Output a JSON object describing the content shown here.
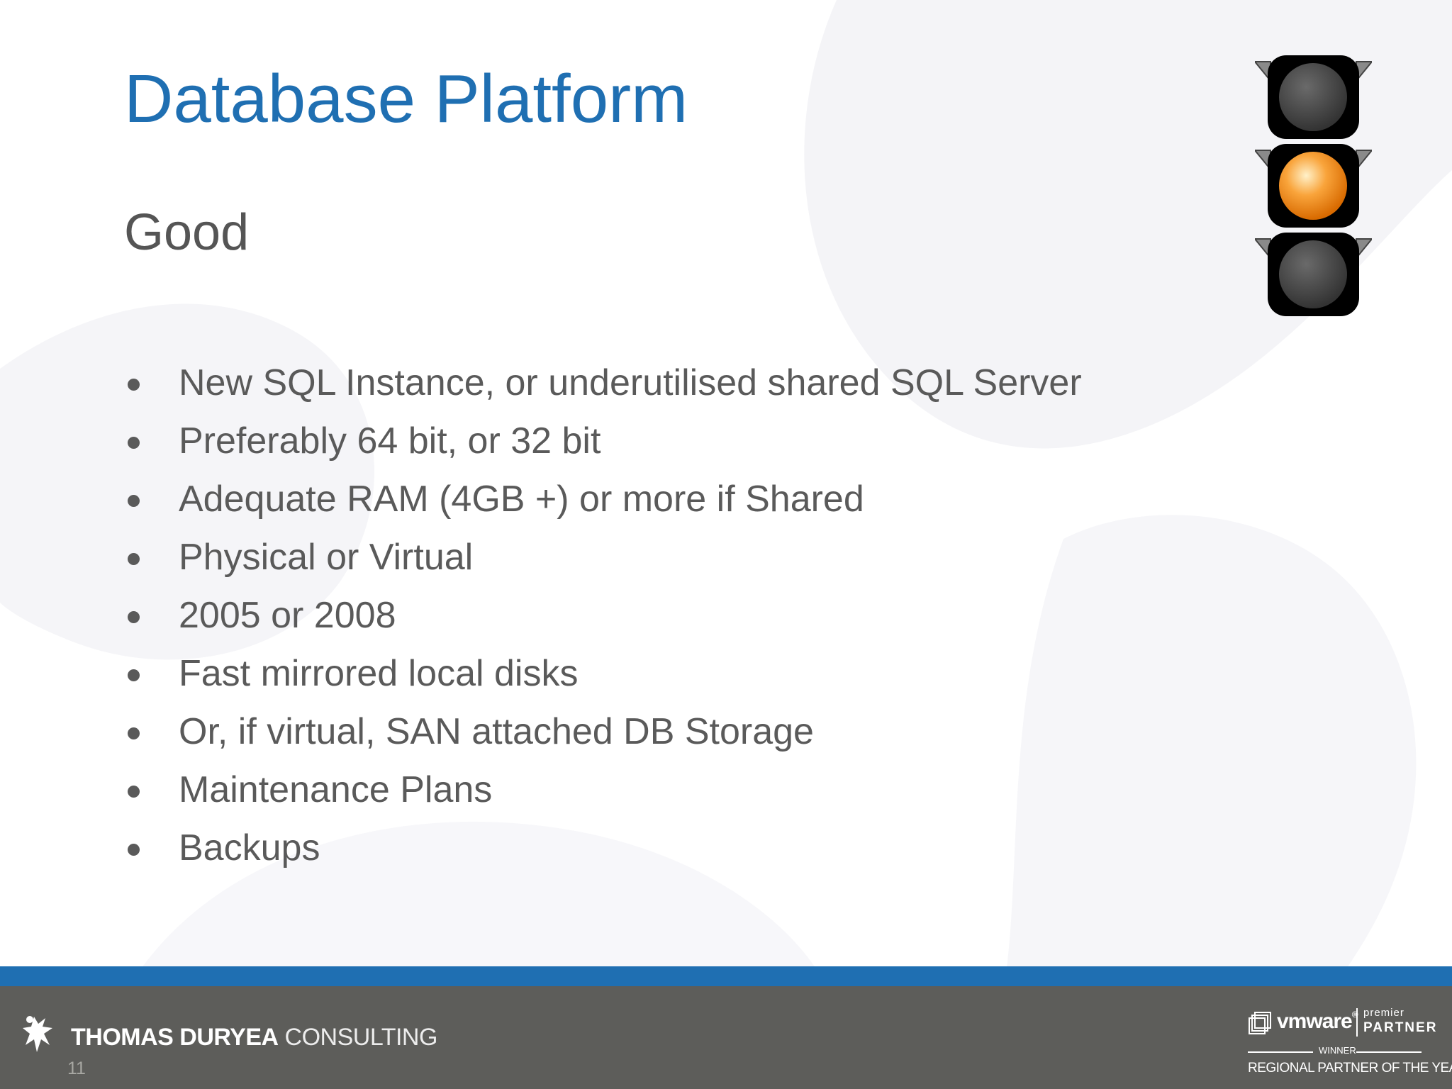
{
  "slide": {
    "title": "Database Platform",
    "subtitle": "Good",
    "bullets": [
      "New SQL Instance, or underutilised shared SQL Server",
      "Preferably 64 bit, or 32 bit",
      "Adequate RAM (4GB +) or more if Shared",
      "Physical or Virtual",
      "2005 or 2008",
      "Fast mirrored local disks",
      "Or, if virtual, SAN attached DB Storage",
      "Maintenance Plans",
      "Backups"
    ],
    "status_indicator": {
      "icon": "traffic-light-icon",
      "active_light": "amber",
      "colors": {
        "housing": "#000000",
        "off": "#4a4a4a",
        "amber": "#f7941d"
      }
    }
  },
  "footer": {
    "company_bold": "THOMAS DURYEA",
    "company_light": "CONSULTING",
    "page_number": "11",
    "partner_badge": {
      "brand": "vmware",
      "registered": "®",
      "premier": "premier",
      "partner": "PARTNER",
      "winner": "WINNER",
      "award": "REGIONAL PARTNER OF THE YEAR"
    }
  },
  "colors": {
    "title": "#1f6fb2",
    "text": "#5a5a5a",
    "footer_band": "#1f6fb2",
    "footer": "#5d5d5a"
  }
}
